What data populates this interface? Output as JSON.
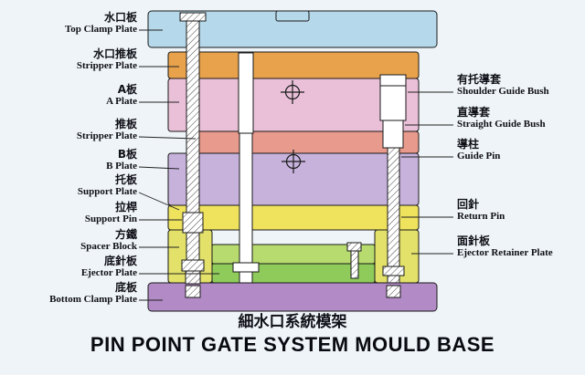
{
  "title": {
    "chinese": "細水口系統模架",
    "english": "PIN POINT GATE SYSTEM MOULD BASE"
  },
  "left_labels": [
    {
      "cn": "水口板",
      "en": "Top Clamp Plate"
    },
    {
      "cn": "水口推板",
      "en": "Stripper Plate"
    },
    {
      "cn": "A板",
      "en": "A Plate"
    },
    {
      "cn": "推板",
      "en": "Stripper Plate"
    },
    {
      "cn": "B板",
      "en": "B Plate"
    },
    {
      "cn": "托板",
      "en": "Support Plate"
    },
    {
      "cn": "拉桿",
      "en": "Support Pin"
    },
    {
      "cn": "方鐵",
      "en": "Spacer Block"
    },
    {
      "cn": "底針板",
      "en": "Ejector Plate"
    },
    {
      "cn": "底板",
      "en": "Bottom Clamp Plate"
    }
  ],
  "right_labels": [
    {
      "cn": "有托導套",
      "en": "Shoulder Guide Bush"
    },
    {
      "cn": "直導套",
      "en": "Straight Guide Bush"
    },
    {
      "cn": "導柱",
      "en": "Guide Pin"
    },
    {
      "cn": "回針",
      "en": "Return Pin"
    },
    {
      "cn": "面針板",
      "en": "Ejector Retainer Plate"
    }
  ],
  "colors": {
    "background": "#eef4f7",
    "outline": "#1a1a1a",
    "top_clamp_plate": "#b5d8ea",
    "runner_stripper_plate": "#e8a24c",
    "a_plate": "#e9c0d8",
    "stripper_plate": "#e89a8c",
    "b_plate": "#c7b2dc",
    "support_plate": "#efe35e",
    "spacer_block": "#e3e16a",
    "ejector_retainer_plate": "#b7db6e",
    "ejector_plate": "#8fcb5a",
    "bottom_clamp_plate": "#b28ac6"
  }
}
